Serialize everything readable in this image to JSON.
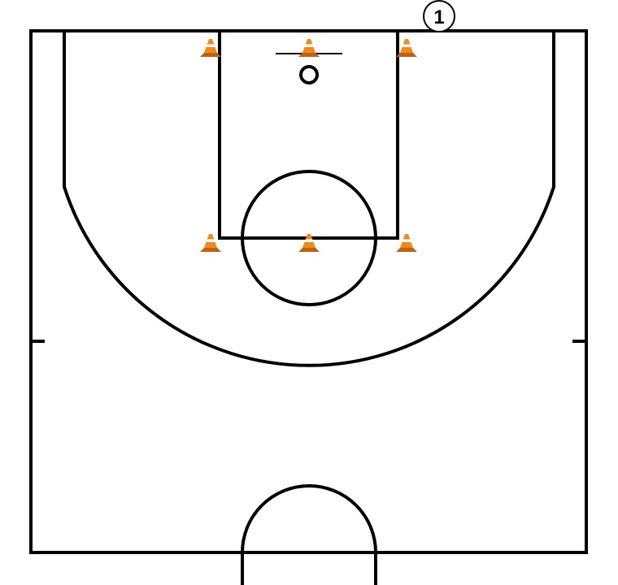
{
  "diagram": {
    "colors": {
      "court_lines": "#000000",
      "background": "#ffffff",
      "cone_orange": "#f08a1c",
      "cone_dark": "#c2600c",
      "cone_stripe": "#ffffff"
    },
    "players": [
      {
        "label": "1",
        "icon": "player-number-circle"
      }
    ],
    "cones": [
      {
        "name": "cone-baseline-left",
        "icon": "traffic-cone-icon"
      },
      {
        "name": "cone-baseline-center",
        "icon": "traffic-cone-icon"
      },
      {
        "name": "cone-baseline-right",
        "icon": "traffic-cone-icon"
      },
      {
        "name": "cone-elbow-left",
        "icon": "traffic-cone-icon"
      },
      {
        "name": "cone-free-throw-center",
        "icon": "traffic-cone-icon"
      },
      {
        "name": "cone-elbow-right",
        "icon": "traffic-cone-icon"
      }
    ]
  }
}
